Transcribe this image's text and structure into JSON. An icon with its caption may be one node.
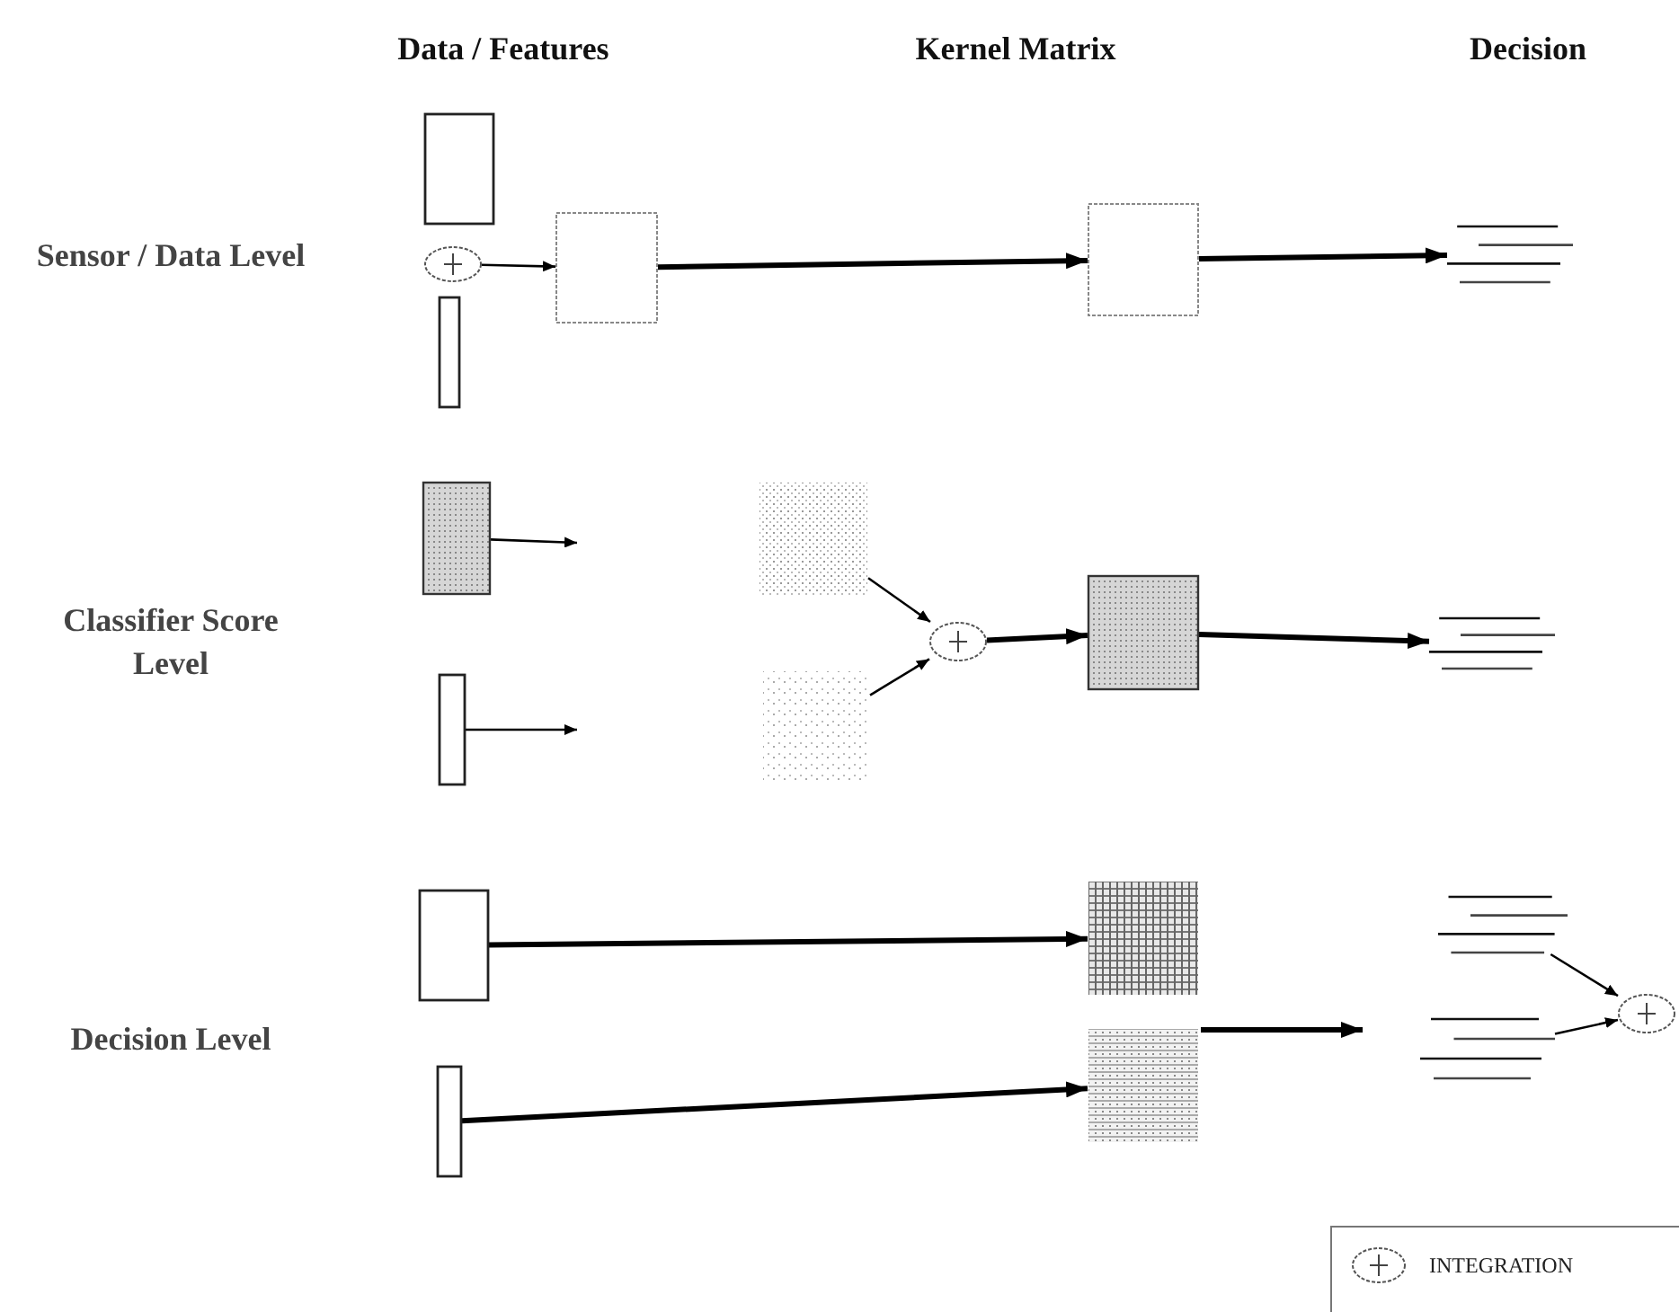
{
  "diagram": {
    "nodes": [
      {
        "text": [],
        "shape": "box"
      },
      {
        "text": [],
        "shape": "circle"
      },
      {
        "text": [],
        "shape": "box"
      },
      {
        "text": [],
        "shape": "box"
      },
      {
        "text": [],
        "shape": "box"
      },
      {
        "text": [],
        "shape": "lines"
      },
      {
        "text": [],
        "shape": "box"
      },
      {
        "text": [],
        "shape": "box"
      },
      {
        "text": [],
        "shape": "box"
      },
      {
        "text": [],
        "shape": "box"
      },
      {
        "text": [],
        "shape": "circle"
      },
      {
        "text": [],
        "shape": "box"
      },
      {
        "text": [],
        "shape": "lines"
      },
      {
        "text": [],
        "shape": "box"
      },
      {
        "text": [],
        "shape": "box"
      },
      {
        "text": [],
        "shape": "box"
      },
      {
        "text": [],
        "shape": "box"
      },
      {
        "text": [],
        "shape": "lines"
      },
      {
        "text": [],
        "shape": "lines"
      },
      {
        "text": [],
        "shape": "circle"
      }
    ],
    "edges": [
      {
        "from": 1,
        "to": 3,
        "arrow": "to"
      },
      {
        "from": 3,
        "to": 4,
        "arrow": "to",
        "style": "thick"
      },
      {
        "from": 4,
        "to": 5,
        "arrow": "to",
        "style": "thick"
      },
      {
        "from": 6,
        "to": null,
        "arrow": "to"
      },
      {
        "from": 7,
        "to": null,
        "arrow": "to"
      },
      {
        "from": 8,
        "to": 10,
        "arrow": "to"
      },
      {
        "from": 9,
        "to": 10,
        "arrow": "to"
      },
      {
        "from": 10,
        "to": 11,
        "arrow": "to",
        "style": "thick"
      },
      {
        "from": 11,
        "to": 12,
        "arrow": "to",
        "style": "thick"
      },
      {
        "from": 13,
        "to": 15,
        "arrow": "to",
        "style": "thick"
      },
      {
        "from": 14,
        "to": 16,
        "arrow": "to",
        "style": "thick"
      },
      {
        "from": 16,
        "to": null,
        "arrow": "to",
        "style": "thick"
      },
      {
        "from": 17,
        "to": 19,
        "arrow": "to"
      },
      {
        "from": 18,
        "to": 19,
        "arrow": "to"
      }
    ],
    "labels": [
      "Data / Features",
      "Kernel Matrix",
      "Decision",
      "Sensor / Data Level",
      "Classifier Score Level",
      "Decision Level"
    ],
    "legend": [
      {
        "text": "INTEGRATION"
      }
    ]
  }
}
